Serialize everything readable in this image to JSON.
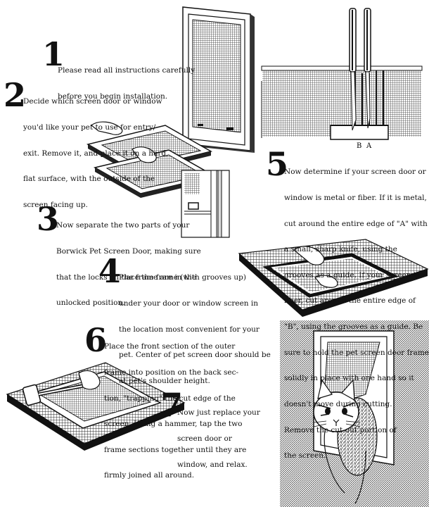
{
  "steps": [
    {
      "num": "1",
      "lines": [
        "Please read all instructions carefully",
        "before you begin installation."
      ]
    },
    {
      "num": "2",
      "lines": [
        "Decide which screen door or window",
        "you'd like your pet to use for entry/",
        "exit. Remove it, and place it on a hard,",
        "flat surface, with the outside of the",
        "screen facing up."
      ]
    },
    {
      "num": "3",
      "lines": [
        "Now separate the two parts of your",
        "Borwick Pet Screen Door, making sure",
        "that the locks on the frame are in the",
        "unlocked position."
      ]
    },
    {
      "num": "4",
      "lines": [
        "Place the frame (with grooves up)",
        "under your door or window screen in",
        "the location most convenient for your",
        "pet. Center of pet screen door should be",
        "at pet's shoulder height."
      ]
    },
    {
      "num": "5",
      "lines": [
        "Now determine if your screen door or",
        "window is metal or fiber. If it is metal,",
        "cut around the entire edge of \"A\" with",
        "a small, sharp knife, using the",
        "grooves as a guide. If your screen is",
        "fiber, cut around the entire edge of",
        "\"B\", using the grooves as a guide. Be",
        "sure to hold the pet screen door frame",
        "solidly in place with one hand so it",
        "doesn't move during cutting.",
        "Remove the cut-out portion of",
        "the screen."
      ]
    },
    {
      "num": "6",
      "lines": [
        "Place the front section of the outer",
        "frame into position on the back sec-",
        "tion, \"trapping\" the cut edge of the",
        "screen. Using a hammer, tap the two",
        "frame sections together until they are",
        "firmly joined all around."
      ]
    },
    {
      "num": "7",
      "lines": [
        "Now just replace your",
        "screen door or",
        "window, and relax."
      ]
    }
  ],
  "diagram_labels": {
    "b": "B",
    "a": "A"
  }
}
